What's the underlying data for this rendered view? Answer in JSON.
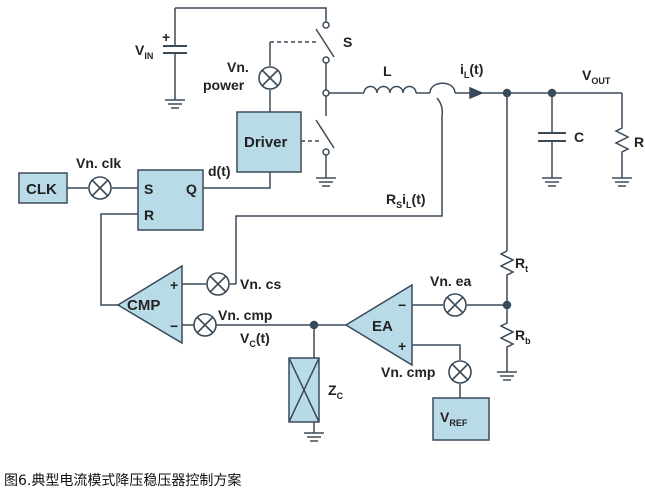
{
  "colors": {
    "wire": "#3a4a58",
    "block_fill": "#b9dbe8",
    "block_stroke": "#3a4a58",
    "background": "#ffffff"
  },
  "labels": {
    "vin": "V",
    "vin_sub": "IN",
    "switch_s": "S",
    "vn_power_1": "Vn.",
    "vn_power_2": "power",
    "inductor": "L",
    "current": "i",
    "current_sub": "L",
    "current_tail": "(t)",
    "vout": "V",
    "vout_sub": "OUT",
    "cap": "C",
    "load": "R",
    "driver": "Driver",
    "duty": "d(t)",
    "vn_clk": "Vn. clk",
    "clk": "CLK",
    "latch_s": "S",
    "latch_r": "R",
    "latch_q": "Q",
    "sense": "R",
    "sense_sub1": "S",
    "sense_mid": "i",
    "sense_sub2": "L",
    "sense_tail": "(t)",
    "rt": "R",
    "rt_sub": "t",
    "rb": "R",
    "rb_sub": "b",
    "vn_cs": "Vn. cs",
    "cmp": "CMP",
    "vn_cmp": "Vn. cmp",
    "vc": "V",
    "vc_sub": "C",
    "vc_tail": "(t)",
    "ea": "EA",
    "vn_ea": "Vn. ea",
    "vn_cmp_ref": "Vn. cmp",
    "vref": "V",
    "vref_sub": "REF",
    "zc": "Z",
    "zc_sub": "C",
    "plus": "+",
    "minus": "−"
  },
  "caption": "图6.典型电流模式降压稳压器控制方案"
}
